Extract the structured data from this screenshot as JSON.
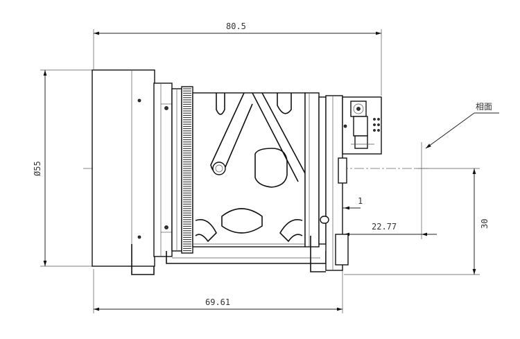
{
  "drawing": {
    "dimensions": {
      "top_width": "80.5",
      "bottom_width": "69.61",
      "diameter": "Ø55",
      "height_right": "30",
      "flange_distance": "22.77",
      "small_gap": "1"
    },
    "annotation": "相面"
  }
}
